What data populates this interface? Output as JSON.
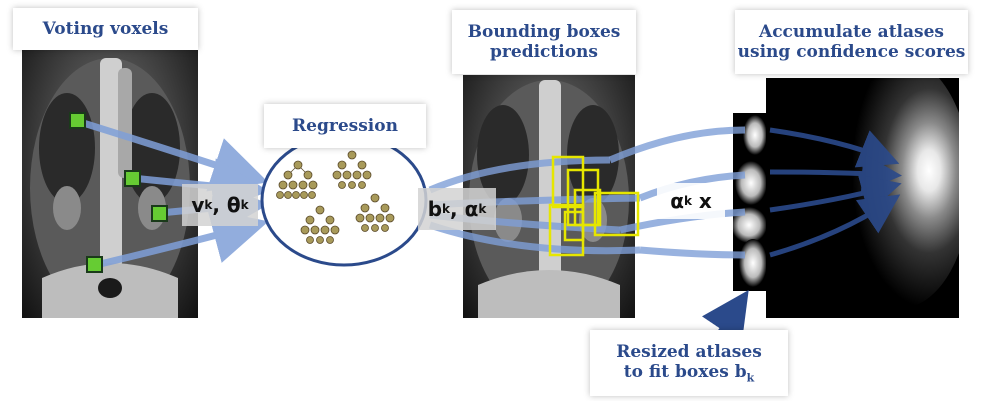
{
  "labels": {
    "voting_voxels": "Voting voxels",
    "regression": "Regression",
    "bounding_boxes_line1": "Bounding boxes",
    "bounding_boxes_line2": "predictions",
    "accumulate_line1": "Accumulate atlases",
    "accumulate_line2": "using confidence scores",
    "resized_line1": "Resized atlases",
    "resized_line2": "to fit boxes b",
    "resized_sub": "k"
  },
  "variables": {
    "v": "v",
    "v_sub": "k",
    "theta": "θ",
    "theta_sub": "k",
    "b": "b",
    "b_sub": "k",
    "alpha": "α",
    "alpha_sub": "k",
    "alpha2": "α",
    "alpha2_sub": "k",
    "times": "x"
  },
  "colors": {
    "label_text": "#2b4a8b",
    "arrow": "#7f9fd8",
    "arrow_dark": "#2b4a8b",
    "voxel_fill": "#66cc33",
    "bbox_stroke": "#e6e600",
    "tree_node": "#a89a5a"
  }
}
